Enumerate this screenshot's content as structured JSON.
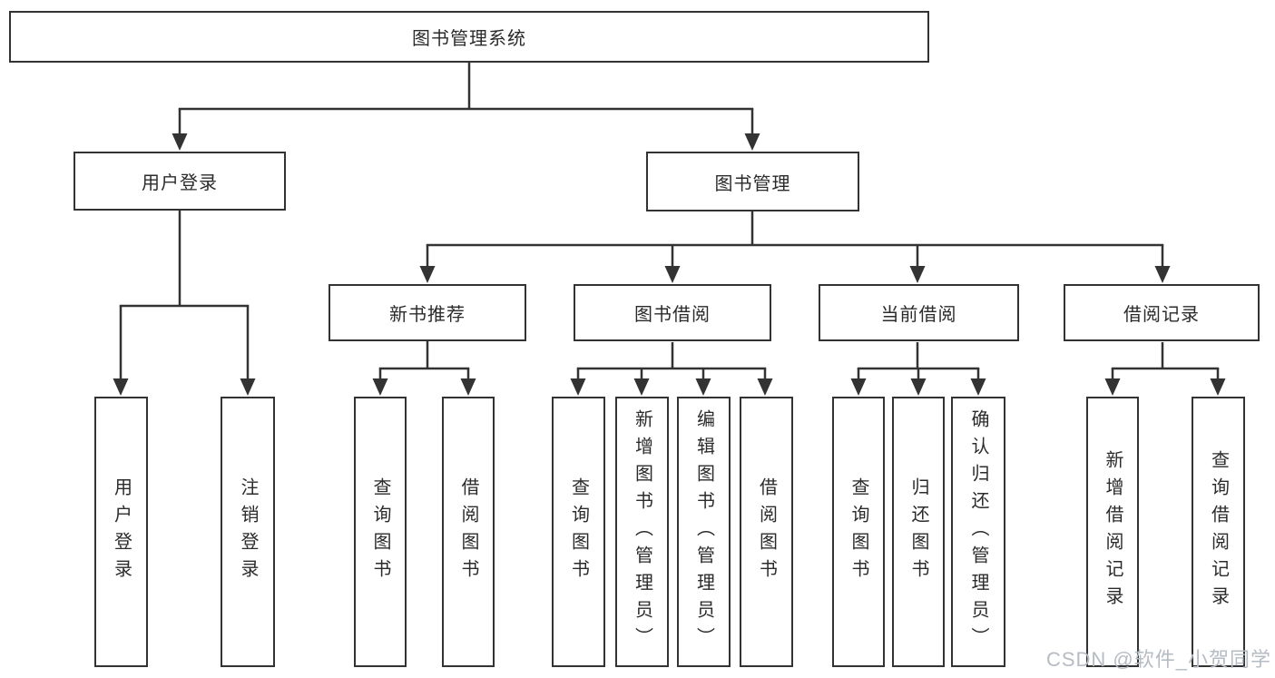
{
  "diagram": {
    "title": "图书管理系统",
    "tree": {
      "label": "图书管理系统",
      "children": [
        {
          "label": "用户登录",
          "children": [
            {
              "label": "用户登录"
            },
            {
              "label": "注销登录"
            }
          ]
        },
        {
          "label": "图书管理",
          "children": [
            {
              "label": "新书推荐",
              "children": [
                {
                  "label": "查询图书"
                },
                {
                  "label": "借阅图书"
                }
              ]
            },
            {
              "label": "图书借阅",
              "children": [
                {
                  "label": "查询图书"
                },
                {
                  "label": "新增图书（管理员）"
                },
                {
                  "label": "编辑图书（管理员）"
                },
                {
                  "label": "借阅图书"
                }
              ]
            },
            {
              "label": "当前借阅",
              "children": [
                {
                  "label": "查询图书"
                },
                {
                  "label": "归还图书"
                },
                {
                  "label": "确认归还（管理员）"
                }
              ]
            },
            {
              "label": "借阅记录",
              "children": [
                {
                  "label": "新增借阅记录"
                },
                {
                  "label": "查询借阅记录"
                }
              ]
            }
          ]
        }
      ]
    }
  },
  "watermark": {
    "text": "CSDN @软件_小贺同学",
    "color": "#b6bcc3"
  },
  "colors": {
    "line": "#333333",
    "border": "#333333",
    "text": "#2b2b2b",
    "background": "#ffffff"
  }
}
